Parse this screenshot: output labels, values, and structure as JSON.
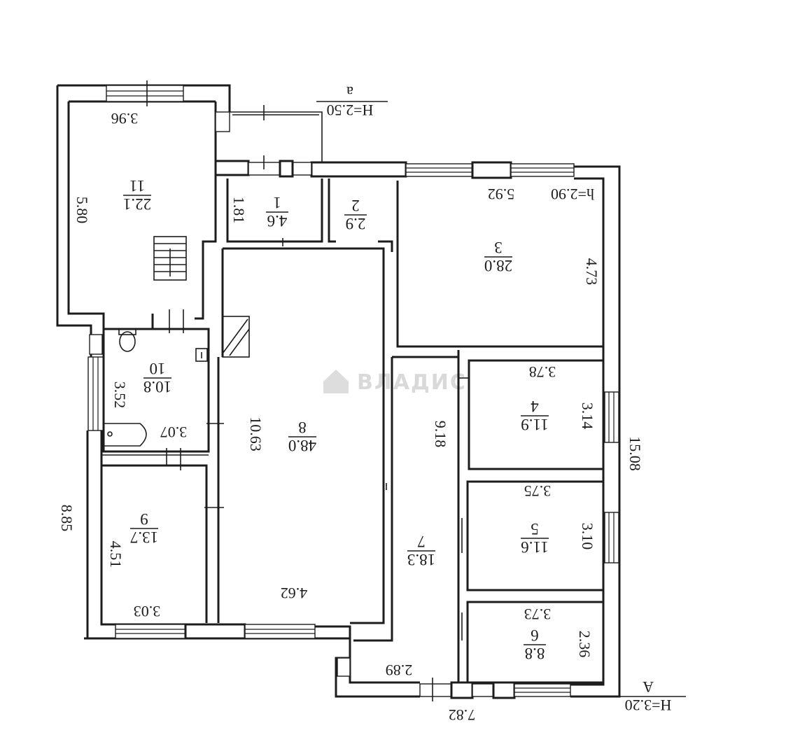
{
  "watermark": {
    "text": "ВЛАДИС",
    "icon": "house-icon"
  },
  "rooms": [
    {
      "id": "1",
      "area": "4.6"
    },
    {
      "id": "2",
      "area": "2.9"
    },
    {
      "id": "3",
      "area": "28.0"
    },
    {
      "id": "4",
      "area": "11.9"
    },
    {
      "id": "5",
      "area": "11.6"
    },
    {
      "id": "6",
      "area": "8.8"
    },
    {
      "id": "7",
      "area": "18.3"
    },
    {
      "id": "8",
      "area": "48.0"
    },
    {
      "id": "9",
      "area": "13.7"
    },
    {
      "id": "10",
      "area": "10.8"
    },
    {
      "id": "11",
      "area": "22.1"
    }
  ],
  "dimensions": {
    "d_3_96": "3.96",
    "d_5_80": "5.80",
    "d_1_81": "1.81",
    "d_5_92": "5.92",
    "d_h_2_90": "h=2.90",
    "d_4_73": "4.73",
    "d_3_78": "3.78",
    "d_3_14": "3.14",
    "d_15_08": "15.08",
    "d_3_75": "3.75",
    "d_3_10": "3.10",
    "d_3_73": "3.73",
    "d_2_36": "2.36",
    "d_2_89": "2.89",
    "d_7_82": "7.82",
    "d_9_18": "9.18",
    "d_10_63": "10.63",
    "d_4_62": "4.62",
    "d_3_52": "3.52",
    "d_3_07": "3.07",
    "d_8_85": "8.85",
    "d_4_51": "4.51",
    "d_3_03": "3.03"
  },
  "markers": {
    "top_height": "H=2.50",
    "top_letter": "a",
    "bottom_height": "H=3.20",
    "bottom_letter": "A"
  }
}
